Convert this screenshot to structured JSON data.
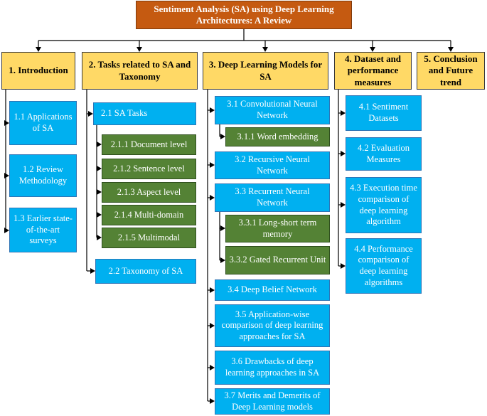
{
  "root": "Sentiment Analysis (SA) using Deep Learning Architectures: A Review",
  "sections": {
    "s1": "1. Introduction",
    "s2": "2. Tasks related to SA and Taxonomy",
    "s3": "3. Deep Learning Models for SA",
    "s4": "4. Dataset and performance measures",
    "s5": "5. Conclusion and Future trend"
  },
  "intro": {
    "n1_1": "1.1 Applications of SA",
    "n1_2": "1.2 Review Methodology",
    "n1_3": "1.3 Earlier state-of-the-art surveys"
  },
  "tasks": {
    "n2_1": "2.1 SA Tasks",
    "n2_1_1": "2.1.1 Document level",
    "n2_1_2": "2.1.2 Sentence level",
    "n2_1_3": "2.1.3 Aspect level",
    "n2_1_4": "2.1.4 Multi-domain",
    "n2_1_5": "2.1.5 Multimodal",
    "n2_2": "2.2 Taxonomy of SA"
  },
  "models": {
    "n3_1": "3.1 Convolutional Neural Network",
    "n3_1_1": "3.1.1 Word embedding",
    "n3_2": "3.2 Recursive Neural Network",
    "n3_3": "3.3 Recurrent Neural Network",
    "n3_3_1": "3.3.1 Long-short term memory",
    "n3_3_2": "3.3.2 Gated Recurrent Unit",
    "n3_4": "3.4 Deep Belief Network",
    "n3_5": "3.5 Application-wise comparison of deep learning approaches for SA",
    "n3_6": "3.6 Drawbacks of deep learning approaches in SA",
    "n3_7": "3.7 Merits and Demerits of Deep Learning models"
  },
  "datasets": {
    "n4_1": "4.1 Sentiment Datasets",
    "n4_2": "4.2 Evaluation Measures",
    "n4_3": "4.3 Execution time comparison of deep learning algorithm",
    "n4_4": "4.4 Performance comparison of deep learning algorithms"
  }
}
